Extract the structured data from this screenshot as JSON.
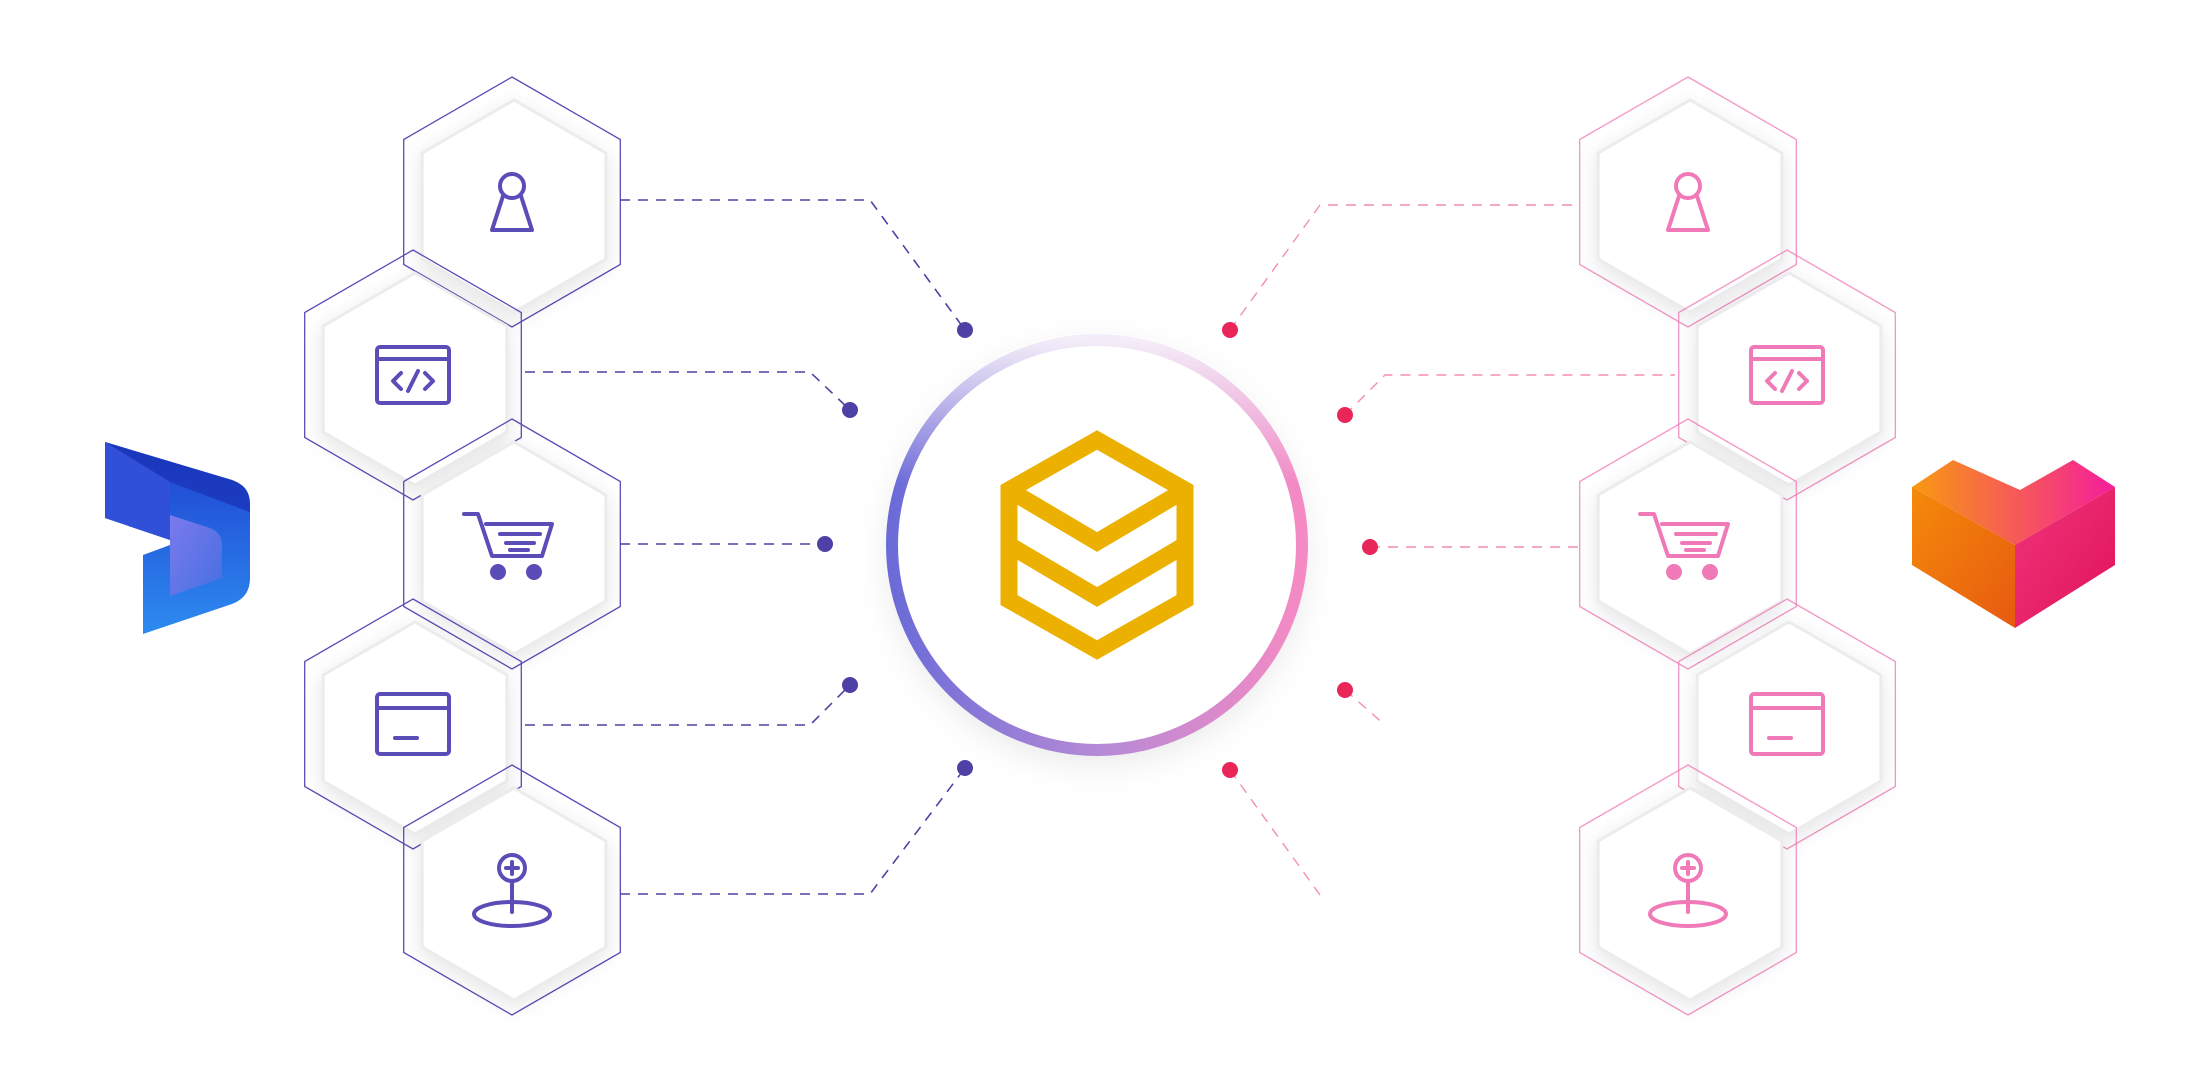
{
  "diagram": {
    "left_platform": {
      "logo": "dynamics-365-logo",
      "color": "#5a4db8"
    },
    "right_platform": {
      "logo": "heart-cube-logo",
      "color": "#f07ab8"
    },
    "center_hub": {
      "logo": "layered-cube-logo",
      "logo_color": "#ecb100",
      "ring_colors": [
        "#6b6bd8",
        "#f58ac4"
      ]
    },
    "entity_icons": [
      "person-icon",
      "code-window-icon",
      "shopping-cart-icon",
      "card-window-icon",
      "location-pin-icon"
    ],
    "connector_dot_colors": {
      "left": "#4e41a5",
      "right": "#e8265a"
    }
  }
}
